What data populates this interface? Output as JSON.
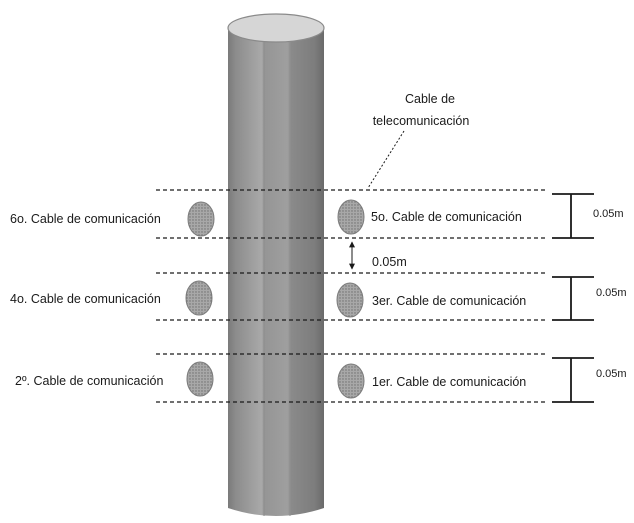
{
  "callout": {
    "line1": "Cable de",
    "line2": "telecomunicación"
  },
  "cables": {
    "sixth": "6o. Cable de comunicación",
    "fifth": "5o. Cable de comunicación",
    "fourth": "4o. Cable de comunicación",
    "third": "3er. Cable de comunicación",
    "second": "2º. Cable de comunicación",
    "first": "1er. Cable de comunicación"
  },
  "dimensions": {
    "band_1_height": "0.05m",
    "band_2_height": "0.05m",
    "band_3_height": "0.05m",
    "gap_between_bands": "0.05m"
  },
  "colors": {
    "pole_dark": "#6d6d6d",
    "pole_light": "#b4b4b4",
    "pole_top": "#d9d9d9",
    "cable_fill": "#9c9c9c",
    "line": "#1a1a1a"
  }
}
